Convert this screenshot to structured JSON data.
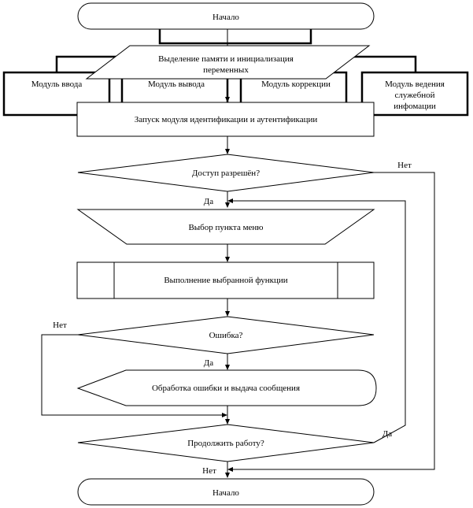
{
  "flowchart": {
    "start": "Начало",
    "init": [
      "Выделение памяти и инициализация",
      "переменных"
    ],
    "modules": [
      [
        "Модуль ввода"
      ],
      [
        "Модуль вывода"
      ],
      [
        "Модуль коррекции"
      ],
      [
        "Модуль ведения",
        "служебной",
        "инфомации"
      ]
    ],
    "auth": "Запуск модуля идентификации и аутентификации",
    "access_q": "Доступ разрешён?",
    "menu": "Выбор пункта меню",
    "execute": "Выполнение выбранной функции",
    "error_q": "Ошибка?",
    "handle_error": "Обработка ошибки и выдача сообщения",
    "continue_q": "Продолжить работу?",
    "end": "Начало",
    "yes": "Да",
    "no": "Нет"
  }
}
